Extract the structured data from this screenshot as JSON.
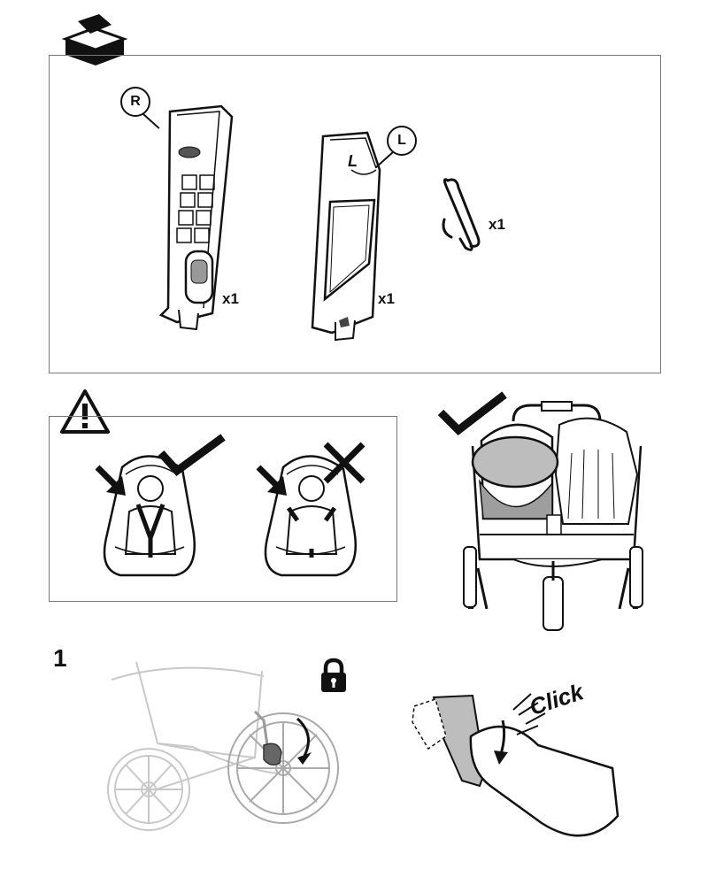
{
  "parts_section": {
    "right_adapter_marker": "R",
    "right_adapter_quantity": "x1",
    "left_adapter_marker": "L",
    "left_adapter_embossed_letter": "L",
    "left_adapter_quantity": "x1",
    "clip_quantity": "x1"
  },
  "warning_section": {
    "correct_mark": "check",
    "incorrect_mark": "cross"
  },
  "step_1": {
    "number": "1",
    "sound_label": "Click"
  },
  "icons": [
    "box-icon",
    "warning-icon",
    "check-icon",
    "cross-icon",
    "padlock-icon",
    "arrow-icon"
  ]
}
